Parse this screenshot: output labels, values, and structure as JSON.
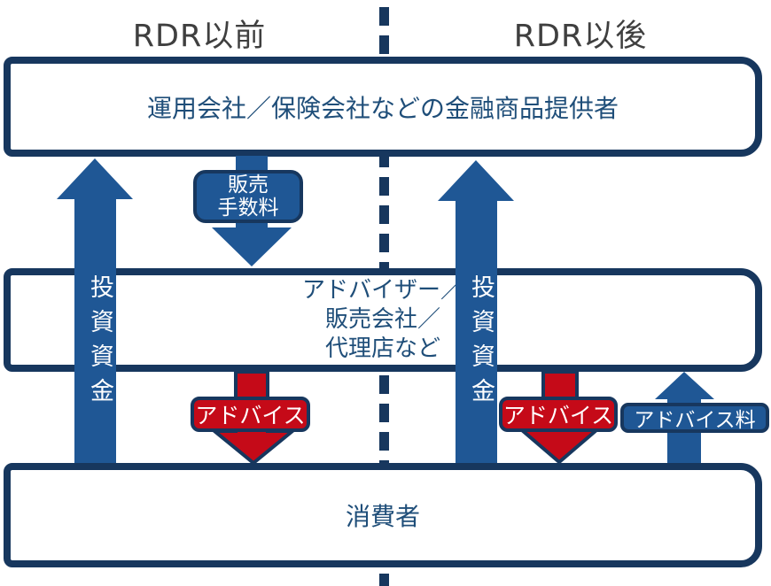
{
  "headings": {
    "before": "RDR以前",
    "after": "RDR以後"
  },
  "boxes": {
    "providers": "運用会社／保険会社などの金融商品提供者",
    "intermediaries": [
      "アドバイザー／",
      "販売会社／",
      "代理店など"
    ],
    "consumers": "消費者"
  },
  "flows": {
    "investment_left": "投資資金",
    "investment_right": "投資資金",
    "sales_fee": [
      "販売",
      "手数料"
    ],
    "advice_left": "アドバイス",
    "advice_right": "アドバイス",
    "advice_fee": "アドバイス料"
  },
  "colors": {
    "navy": "#17375E",
    "blue": "#1F5795",
    "red": "#C50A18",
    "textblue": "#1F4E79",
    "headgray": "#3F3F3F",
    "white": "#FFFFFF"
  }
}
